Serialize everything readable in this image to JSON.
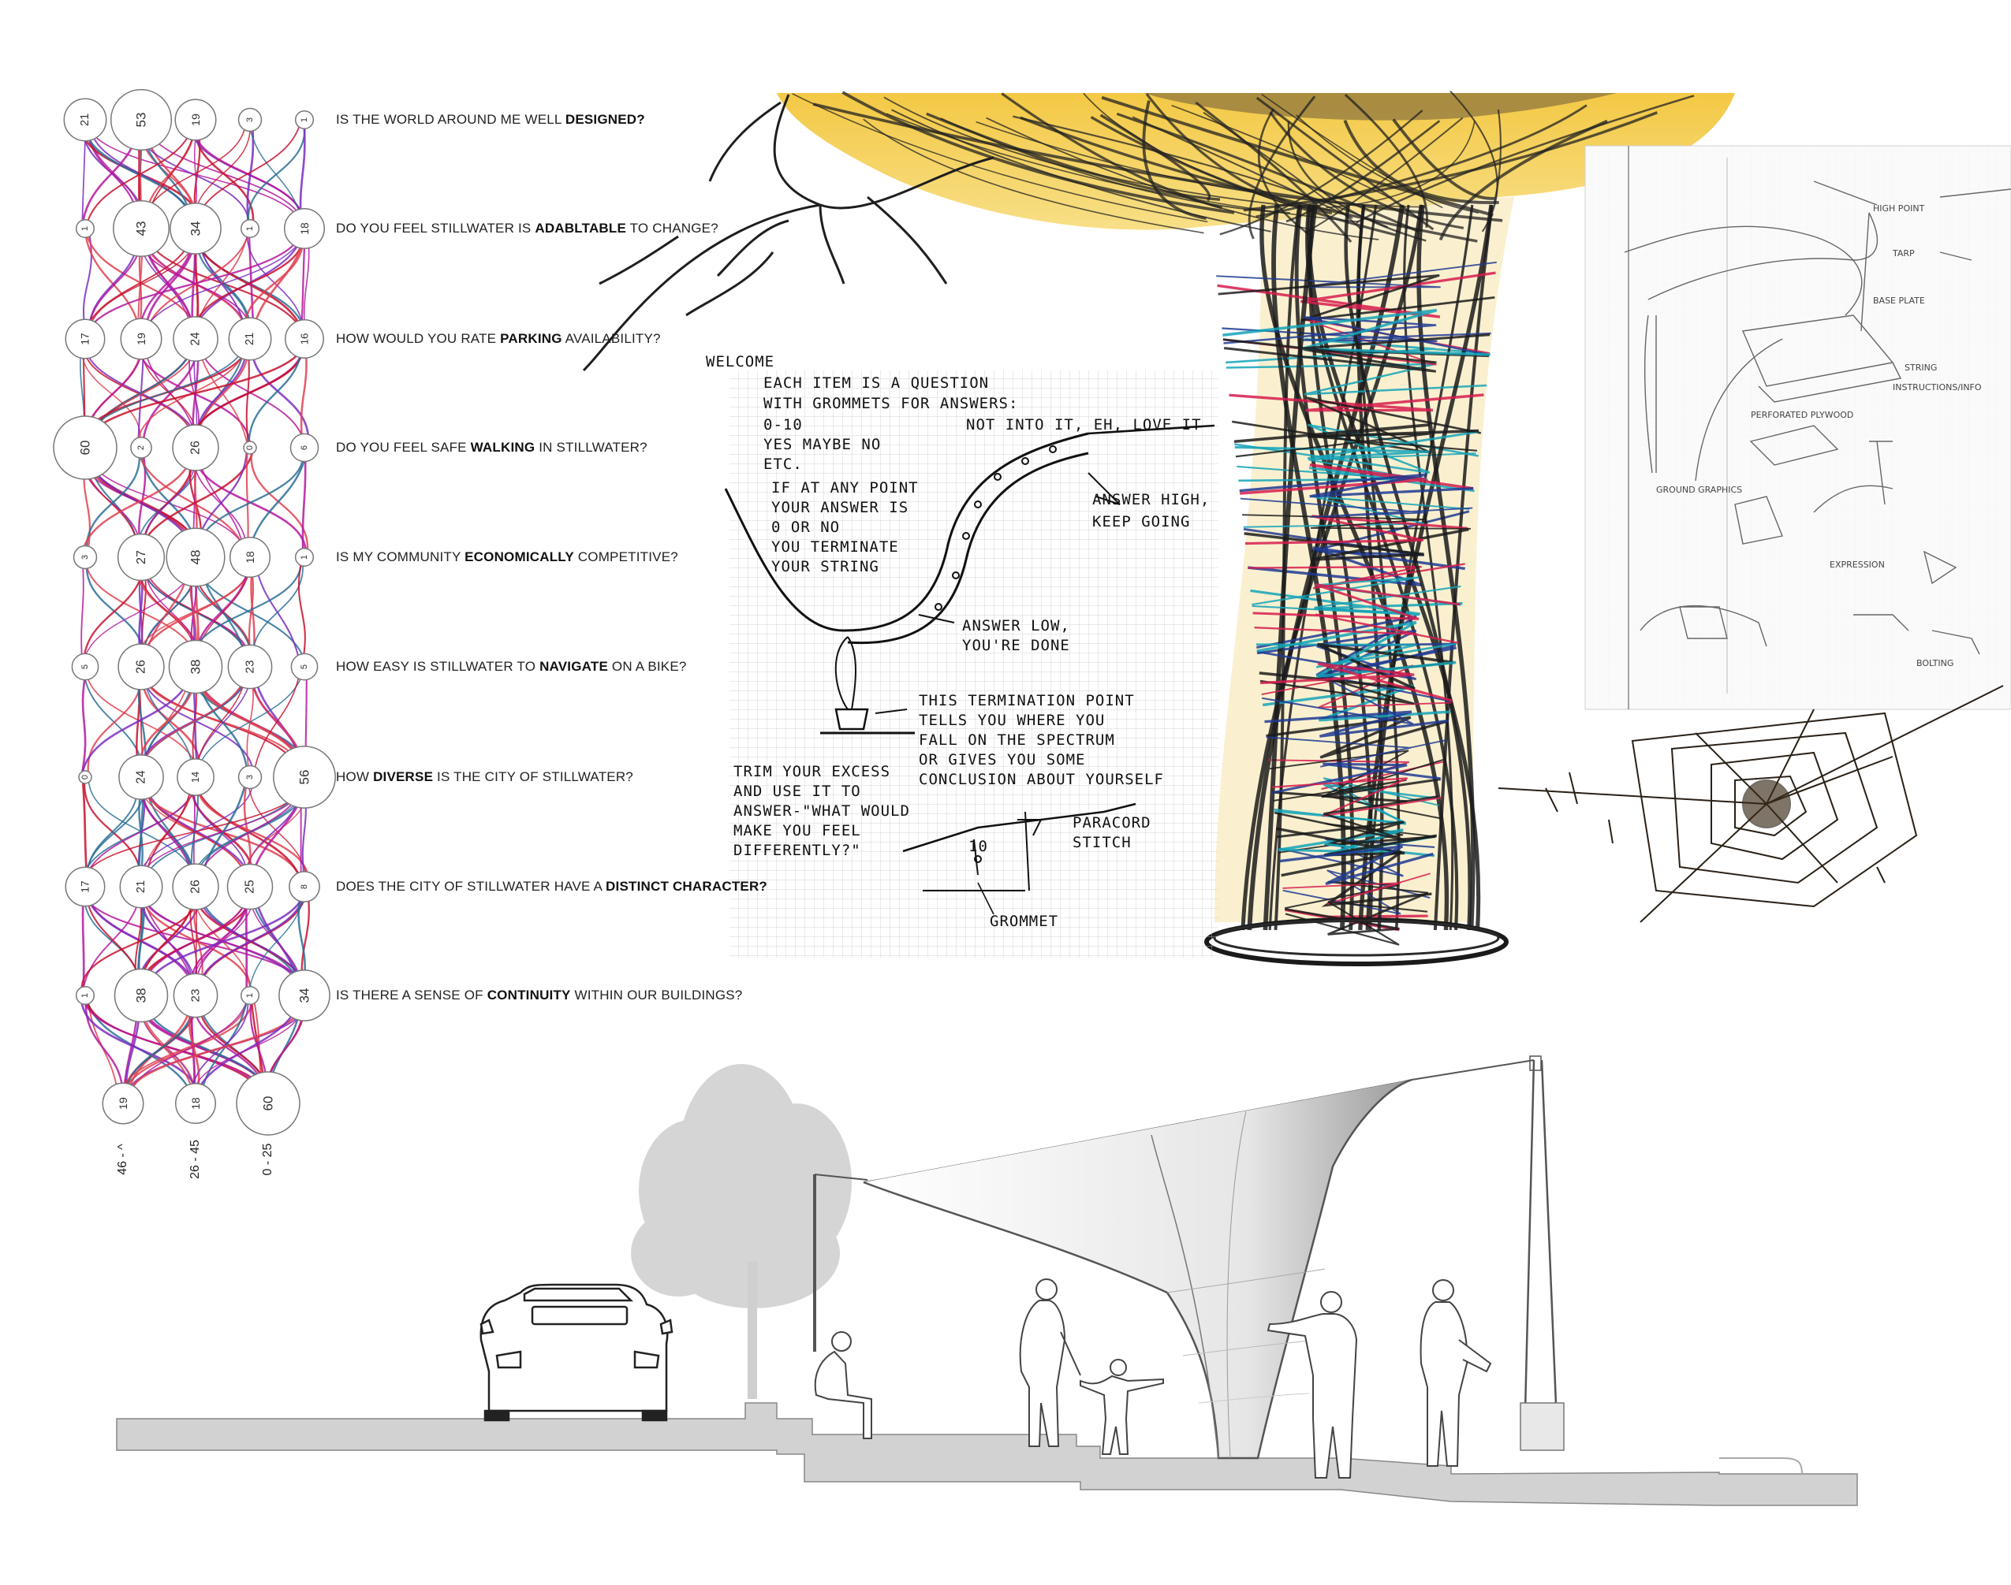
{
  "questions": [
    {
      "pre": "IS THE WORLD AROUND ME WELL ",
      "bold": "DESIGNED?",
      "post": ""
    },
    {
      "pre": "DO YOU FEEL STILLWATER IS ",
      "bold": "ADABLTABLE",
      "post": " TO CHANGE?"
    },
    {
      "pre": "HOW WOULD YOU RATE ",
      "bold": "PARKING",
      "post": " AVAILABILITY?"
    },
    {
      "pre": "DO YOU FEEL SAFE ",
      "bold": "WALKING",
      "post": " IN STILLWATER?"
    },
    {
      "pre": "IS MY COMMUNITY ",
      "bold": "ECONOMICALLY",
      "post": " COMPETITIVE?"
    },
    {
      "pre": "HOW EASY IS STILLWATER TO ",
      "bold": "NAVIGATE",
      "post": " ON A BIKE?"
    },
    {
      "pre": "HOW ",
      "bold": "DIVERSE",
      "post": " IS THE CITY OF STILLWATER?"
    },
    {
      "pre": "DOES THE CITY OF STILLWATER HAVE A ",
      "bold": "DISTINCT CHARACTER?",
      "post": ""
    },
    {
      "pre": "IS THERE A SENSE OF ",
      "bold": "CONTINUITY",
      "post": " WITHIN OUR BUILDINGS?"
    }
  ],
  "node_values": [
    [
      21,
      53,
      19,
      3,
      1
    ],
    [
      1,
      43,
      34,
      1,
      18
    ],
    [
      17,
      19,
      24,
      21,
      16
    ],
    [
      60,
      2,
      26,
      0,
      6
    ],
    [
      3,
      27,
      48,
      18,
      1
    ],
    [
      5,
      26,
      38,
      23,
      5
    ],
    [
      0,
      24,
      14,
      3,
      56
    ],
    [
      17,
      21,
      26,
      25,
      8
    ],
    [
      1,
      38,
      23,
      1,
      34
    ]
  ],
  "age_nodes": [
    19,
    18,
    60
  ],
  "age_labels": [
    "46 - ^",
    "26 - 45",
    "0 - 25"
  ],
  "flow_colors": [
    "#c8102e",
    "#b5179e",
    "#7b2cbf",
    "#2a6f97",
    "#e04050"
  ],
  "sketch_notes": {
    "welcome": "WELCOME",
    "note1": "EACH ITEM IS A QUESTION",
    "note2": "WITH GROMMETS FOR ANSWERS:",
    "note3": "0-10",
    "note4": "YES MAYBE NO",
    "note5": "ETC.",
    "note6": "IF AT ANY POINT",
    "note7": "YOUR ANSWER IS",
    "note8": "0 OR NO",
    "note9": "YOU TERMINATE",
    "note10": "YOUR STRING",
    "scale": "NOT INTO IT, EH, LOVE IT",
    "high1": "ANSWER HIGH,",
    "high2": "KEEP GOING",
    "low1": "ANSWER LOW,",
    "low2": "YOU'RE DONE",
    "term1": "THIS TERMINATION POINT",
    "term2": "TELLS YOU WHERE YOU",
    "term3": "FALL ON THE SPECTRUM",
    "term4": "OR GIVES YOU SOME",
    "term5": "CONCLUSION ABOUT YOURSELF",
    "trim1": "TRIM YOUR EXCESS",
    "trim2": "AND USE IT TO",
    "trim3": "ANSWER-\"WHAT WOULD",
    "trim4": "MAKE YOU FEEL",
    "trim5": "DIFFERENTLY?\"",
    "para1": "PARACORD",
    "para2": "STITCH",
    "ten": "10",
    "grommet": "GROMMET"
  },
  "right_sketch_notes": [
    "HIGH POINT",
    "TARP",
    "BASE PLATE",
    "STRING",
    "INSTRUCTIONS/INFO",
    "PERFORATED PLYWOOD",
    "GROUND GRAPHICS",
    "EXPRESSION",
    "BOLTING"
  ]
}
